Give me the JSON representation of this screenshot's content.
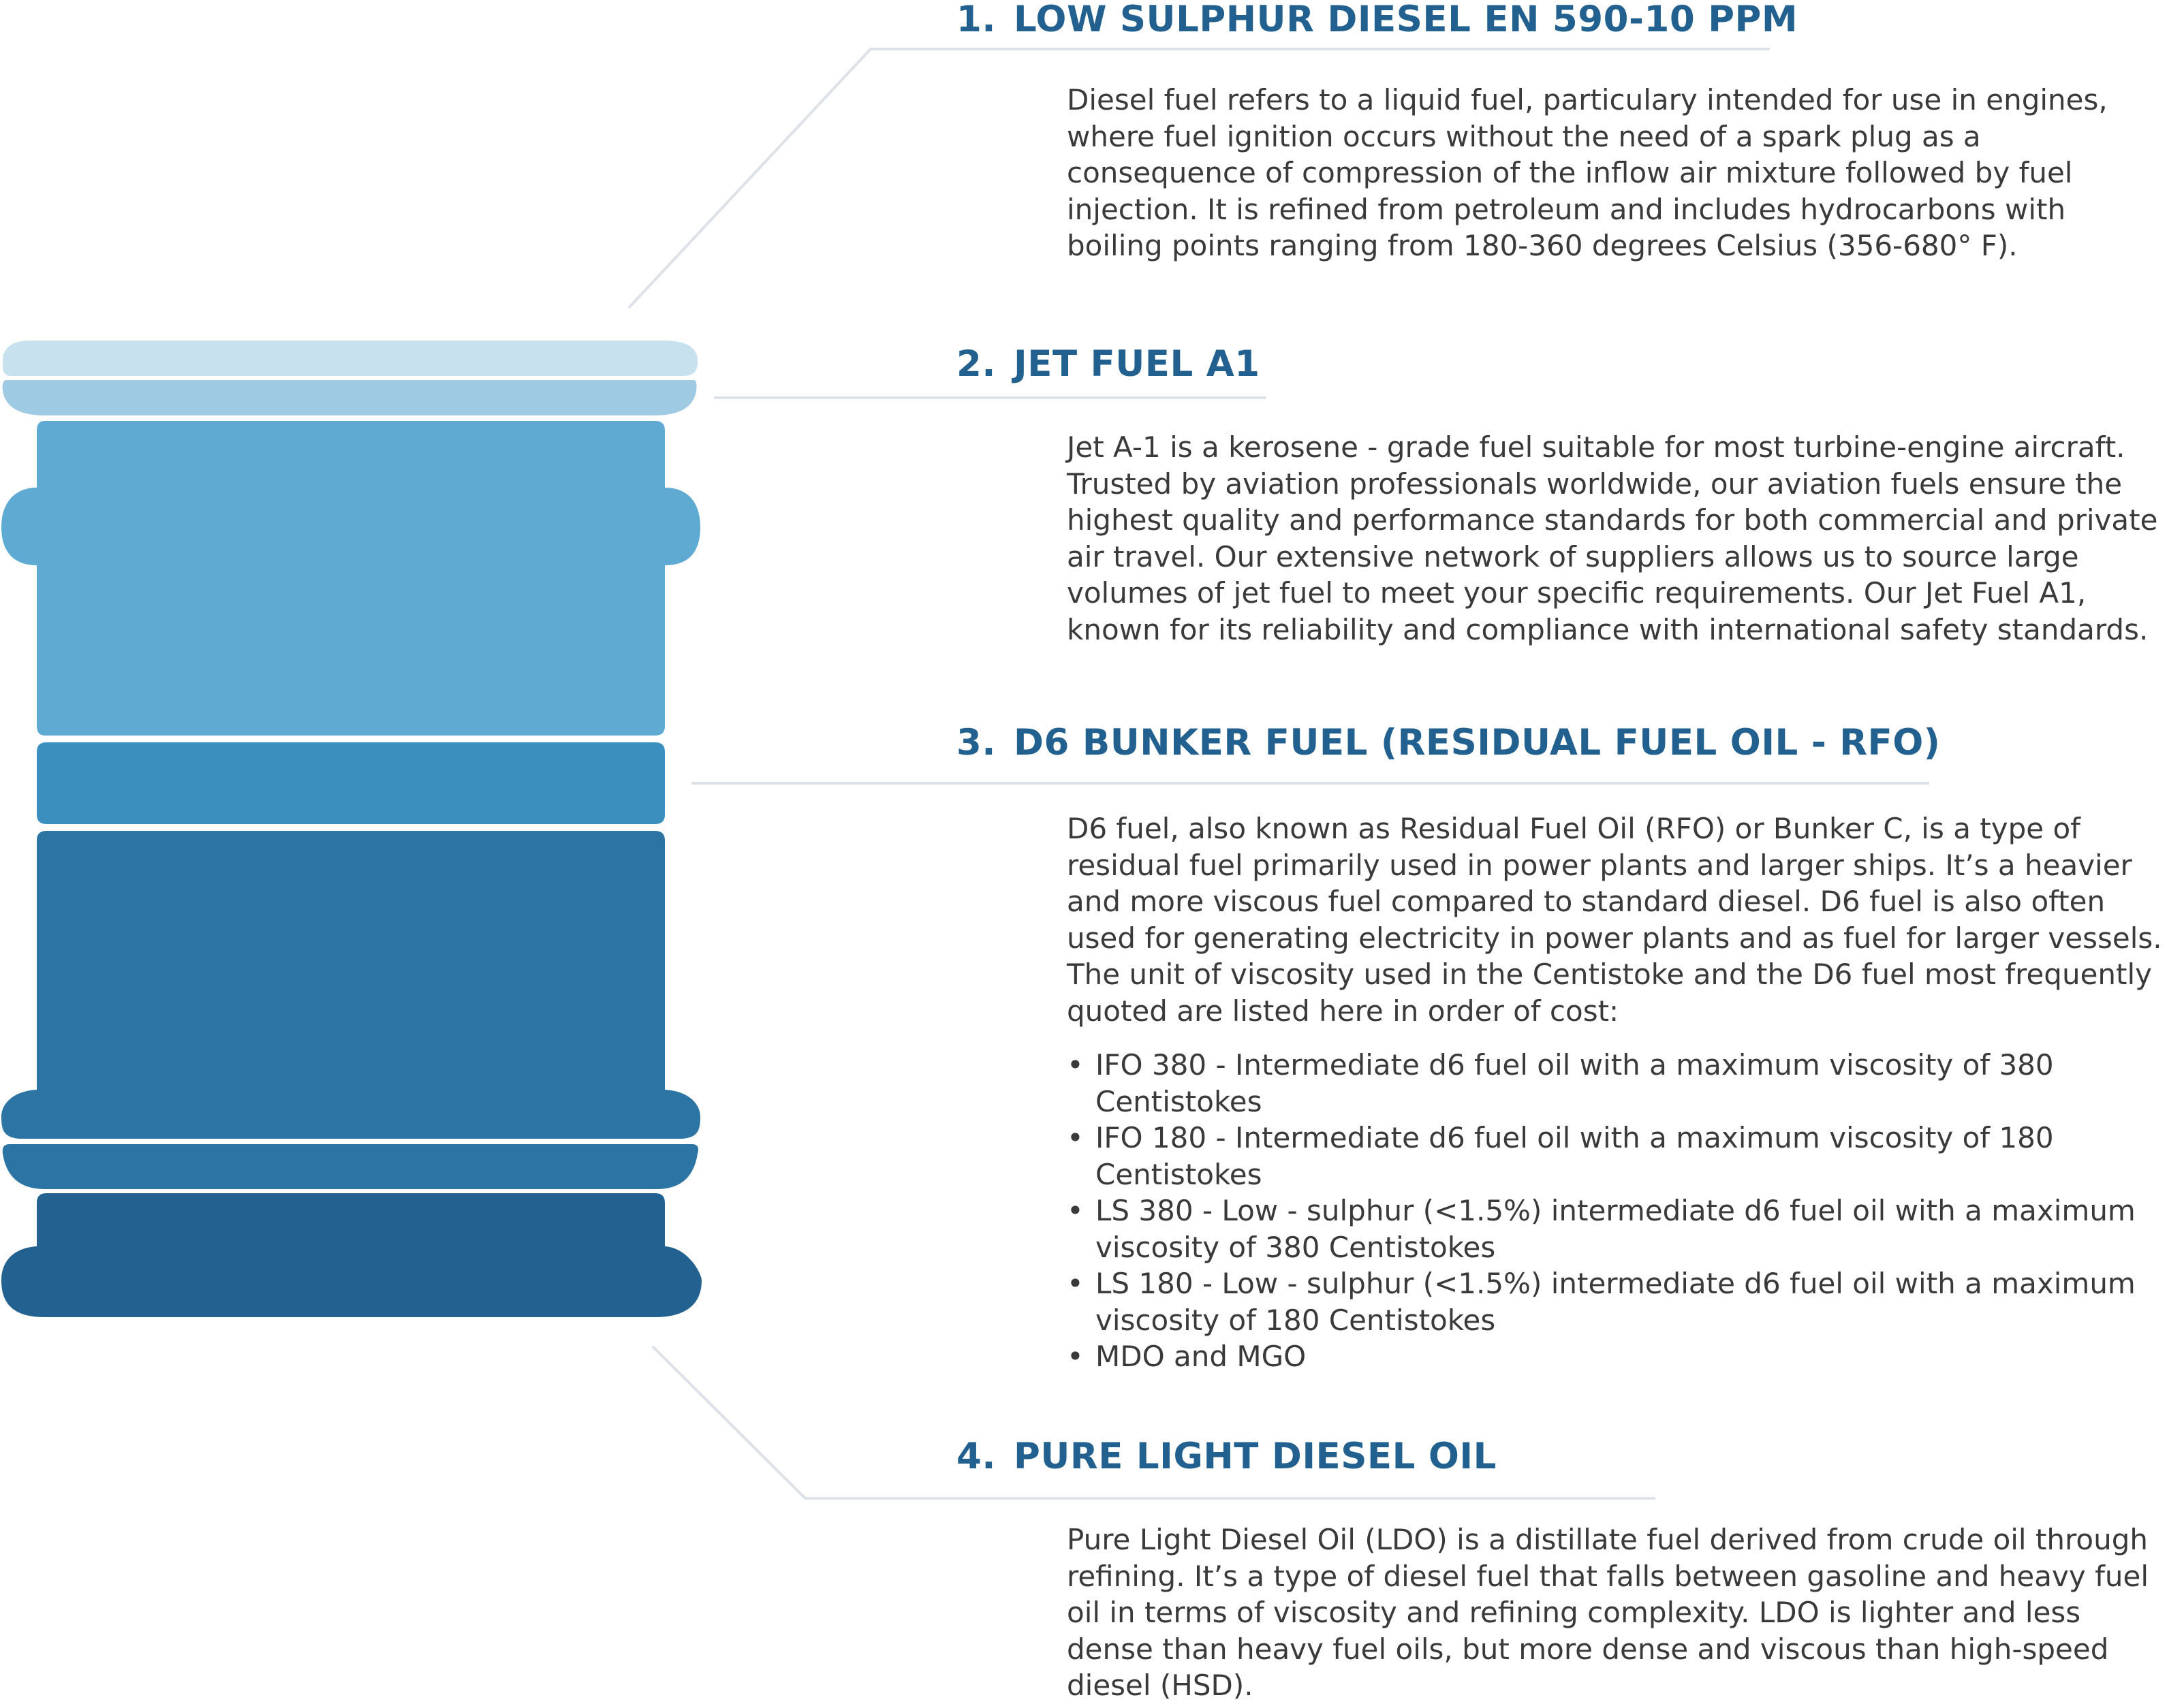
{
  "colors": {
    "heading": "#22618f",
    "body_text": "#3a3a3a",
    "leader_line": "#dde1e8",
    "barrel_rim_top": "#c7e1ee",
    "barrel_rim_bottom": "#9fcae3",
    "barrel_layer_1": "#5eaad3",
    "barrel_layer_2": "#3a8fbf",
    "barrel_layer_3": "#2b74a3",
    "barrel_layer_4": "#236290"
  },
  "sections": [
    {
      "number": "1.",
      "title": "LOW SULPHUR DIESEL EN 590-10 PPM",
      "paragraphs": [
        "Diesel fuel refers to a liquid fuel, particulary intended for use in engines, where fuel ignition occurs without the need of a spark plug as a consequence of compression of the inflow air mixture followed by fuel injection. It is refined from petroleum and includes hydrocarbons with boiling points ranging from 180-360 degrees Celsius (356-680° F)."
      ]
    },
    {
      "number": "2.",
      "title": "JET FUEL A1",
      "paragraphs": [
        "Jet A-1 is a kerosene -  grade fuel suitable for most turbine-engine aircraft. Trusted by aviation professionals worldwide, our aviation fuels ensure the highest quality and performance standards for both commercial and private air travel. Our extensive network of suppliers allows us to source large volumes of jet fuel to meet your specific requirements. Our Jet Fuel A1, known for its reliability and compliance with international safety standards."
      ]
    },
    {
      "number": "3.",
      "title": "D6 BUNKER FUEL (RESIDUAL FUEL OIL - RFO)",
      "paragraphs": [
        "D6 fuel, also known as Residual Fuel Oil (RFO) or Bunker C, is a type of residual fuel primarily used in power plants and larger ships. It’s a heavier and more viscous fuel compared to standard diesel. D6 fuel is also often used for generating electricity in power plants and as fuel for larger vessels.",
        "The unit of viscosity used in the Centistoke and the D6 fuel most frequently quoted are listed here in order of cost:"
      ],
      "bullets": [
        "IFO 380 - Intermediate d6 fuel oil with a maximum viscosity of 380 Centistokes",
        "IFO 180 - Intermediate d6 fuel oil with a maximum viscosity of 180 Centistokes",
        "LS 380 - Low - sulphur (<1.5%) intermediate d6 fuel oil with a maximum viscosity of 380 Centistokes",
        "LS 180 - Low - sulphur (<1.5%) intermediate d6 fuel oil with a maximum viscosity of 180 Centistokes",
        "MDO and MGO"
      ]
    },
    {
      "number": "4.",
      "title": "PURE LIGHT DIESEL OIL",
      "paragraphs": [
        "Pure Light Diesel Oil (LDO) is a distillate fuel derived from crude oil through refining. It’s a type of diesel fuel that falls between gasoline and heavy fuel oil in terms of viscosity and refining complexity. LDO is lighter and less dense than heavy fuel oils, but more dense and viscous than high-speed diesel (HSD)."
      ]
    }
  ]
}
